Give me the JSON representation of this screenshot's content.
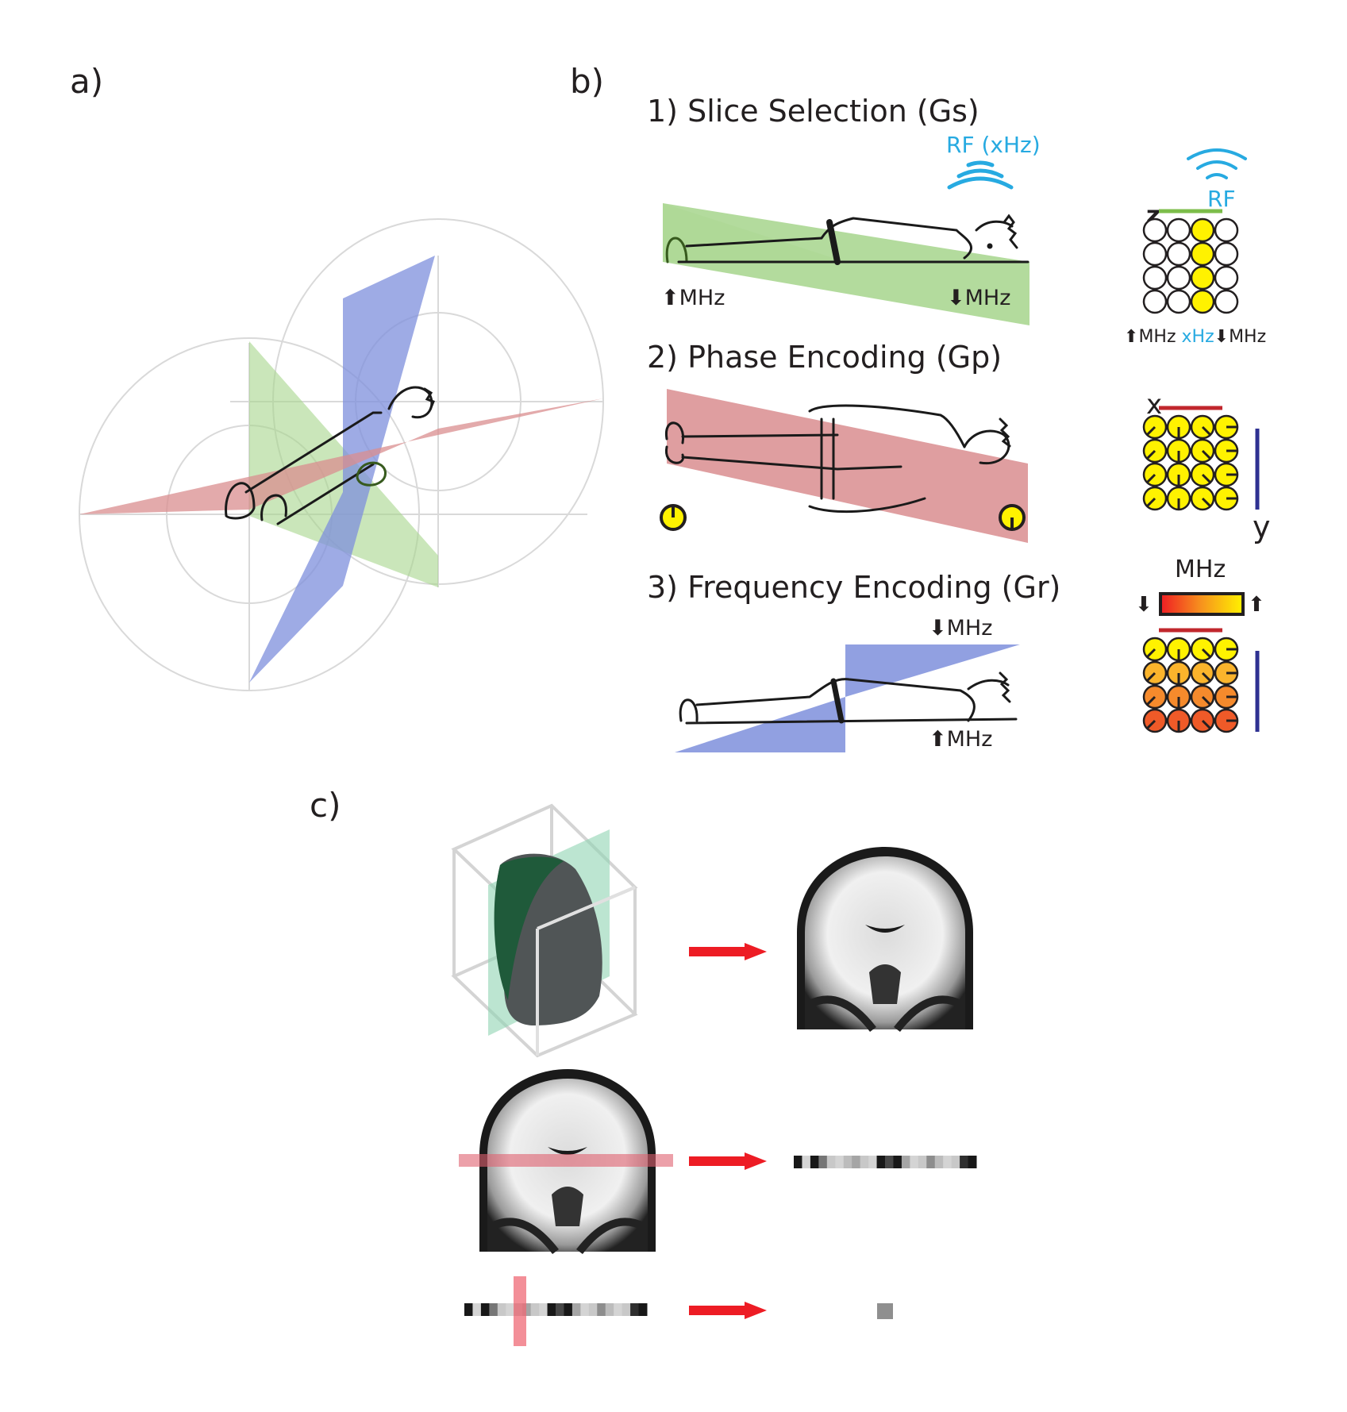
{
  "panels": {
    "a": {
      "label": "a)"
    },
    "b": {
      "label": "b)",
      "steps": [
        {
          "title": "1) Slice Selection (Gs)",
          "gradient_color": "#a6d58c",
          "left_label": "MHz",
          "left_arrow": "up",
          "right_label": "MHz",
          "right_arrow": "down",
          "rf_label": "RF (xHz)"
        },
        {
          "title": "2) Phase Encoding (Gp)",
          "gradient_color": "#d98d8f"
        },
        {
          "title": "3) Frequency Encoding (Gr)",
          "gradient_color": "#7e8fdc",
          "top_label": "MHz",
          "top_arrow": "down",
          "bottom_label": "MHz",
          "bottom_arrow": "up"
        }
      ],
      "grid1": {
        "axis_label": "z",
        "rf_label": "RF",
        "axis_color": "#7cbd4a",
        "selected_column": 3,
        "bottom_left": "MHz",
        "bottom_mid": "xHz",
        "bottom_right": "MHz"
      },
      "grid2": {
        "x_label": "x",
        "y_label": "y",
        "x_color": "#c1272d",
        "y_color": "#2e3192",
        "fill": "#fff200",
        "phase_angles_deg": [
          225,
          180,
          135,
          90
        ]
      },
      "grid3": {
        "scale_label": "MHz",
        "row_colors": [
          "#fff200",
          "#fbb42c",
          "#f58a2c",
          "#ef5a28"
        ],
        "phase_angles_deg": [
          225,
          180,
          135,
          90
        ]
      }
    },
    "c": {
      "label": "c)"
    }
  },
  "colors": {
    "accent_red": "#ed1c24",
    "plane_green": "#a6d58c",
    "plane_red": "#d98d8f",
    "plane_blue": "#7e8fdc"
  }
}
